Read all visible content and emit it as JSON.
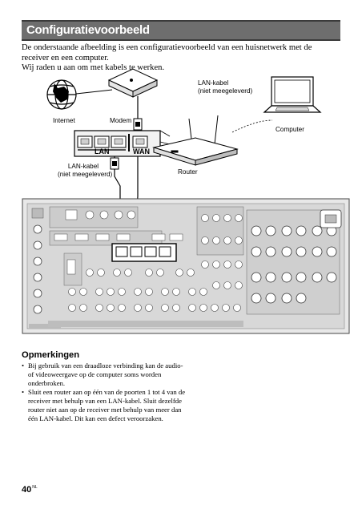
{
  "header": {
    "title": "Configuratievoorbeeld"
  },
  "intro": {
    "line1": "De onderstaande afbeelding is een configuratievoorbeeld van een huisnetwerk met de receiver en een computer.",
    "line2": "Wij raden u aan om met kabels te werken."
  },
  "diagram": {
    "internet_label": "Internet",
    "modem_label": "Modem",
    "lan_cable_top_line1": "LAN-kabel",
    "lan_cable_top_line2": "(niet meegeleverd)",
    "computer_label": "Computer",
    "switch_lan_label": "LAN",
    "switch_wan_label": "WAN",
    "lan_cable_left_line1": "LAN-kabel",
    "lan_cable_left_line2": "(niet meegeleverd)",
    "router_label": "Router"
  },
  "notes": {
    "heading": "Opmerkingen",
    "items": [
      "Bij gebruik van een draadloze verbinding kan de audio- of videoweergave op de computer soms worden onderbroken.",
      "Sluit een router aan op één van de poorten 1 tot 4 van de receiver met behulp van een LAN-kabel. Sluit dezelfde router niet aan op de receiver met behulp van meer dan één LAN-kabel. Dit kan een defect veroorzaken."
    ]
  },
  "footer": {
    "page_number": "40",
    "region_code": "NL"
  }
}
